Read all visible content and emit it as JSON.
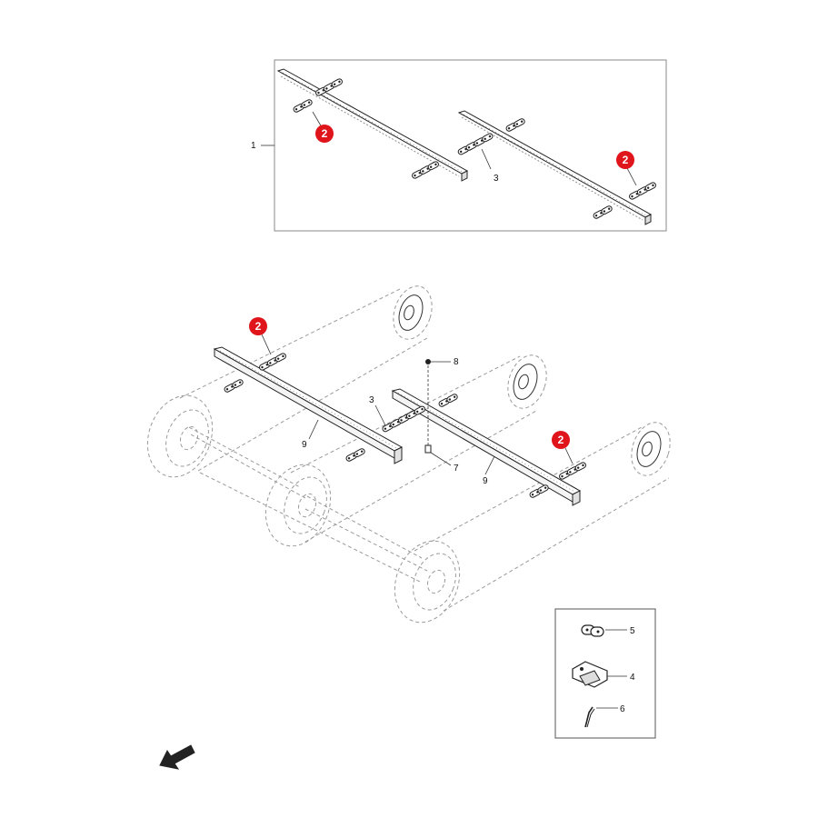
{
  "callouts": {
    "c1": "1",
    "c2a": "2",
    "c2b": "2",
    "c2c": "2",
    "c2d": "2",
    "c3a": "3",
    "c3b": "3",
    "c4": "4",
    "c5": "5",
    "c6": "6",
    "c7": "7",
    "c8": "8",
    "c9a": "9",
    "c9b": "9"
  },
  "colors": {
    "badge": "#e0141b",
    "line": "#222222",
    "ghost": "#9a9a9a",
    "frame": "#888888"
  },
  "icons": {
    "direction": "arrow-down-left-icon"
  }
}
